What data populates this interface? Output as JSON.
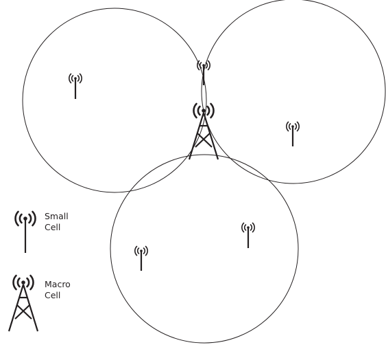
{
  "diagram": {
    "colors": {
      "stroke": "#231f20",
      "background": "#ffffff"
    },
    "cells": [
      {
        "id": "cell-left",
        "kind": "coverage-circle"
      },
      {
        "id": "cell-right",
        "kind": "coverage-circle"
      },
      {
        "id": "cell-bottom",
        "kind": "coverage-circle"
      }
    ],
    "antennas": [
      {
        "id": "small-cell-left",
        "type": "small-cell",
        "icon": "small-cell-antenna-icon"
      },
      {
        "id": "small-cell-top-intersection",
        "type": "small-cell",
        "icon": "small-cell-antenna-icon"
      },
      {
        "id": "small-cell-right",
        "type": "small-cell",
        "icon": "small-cell-antenna-icon"
      },
      {
        "id": "small-cell-bottom-left",
        "type": "small-cell",
        "icon": "small-cell-antenna-icon"
      },
      {
        "id": "small-cell-bottom-right",
        "type": "small-cell",
        "icon": "small-cell-antenna-icon"
      },
      {
        "id": "macro-cell-center",
        "type": "macro-cell",
        "icon": "macro-cell-tower-icon"
      }
    ]
  },
  "legend": {
    "small_cell": {
      "line1": "Small",
      "line2": "Cell",
      "icon": "small-cell-antenna-icon"
    },
    "macro_cell": {
      "line1": "Macro",
      "line2": "Cell",
      "icon": "macro-cell-tower-icon"
    }
  }
}
